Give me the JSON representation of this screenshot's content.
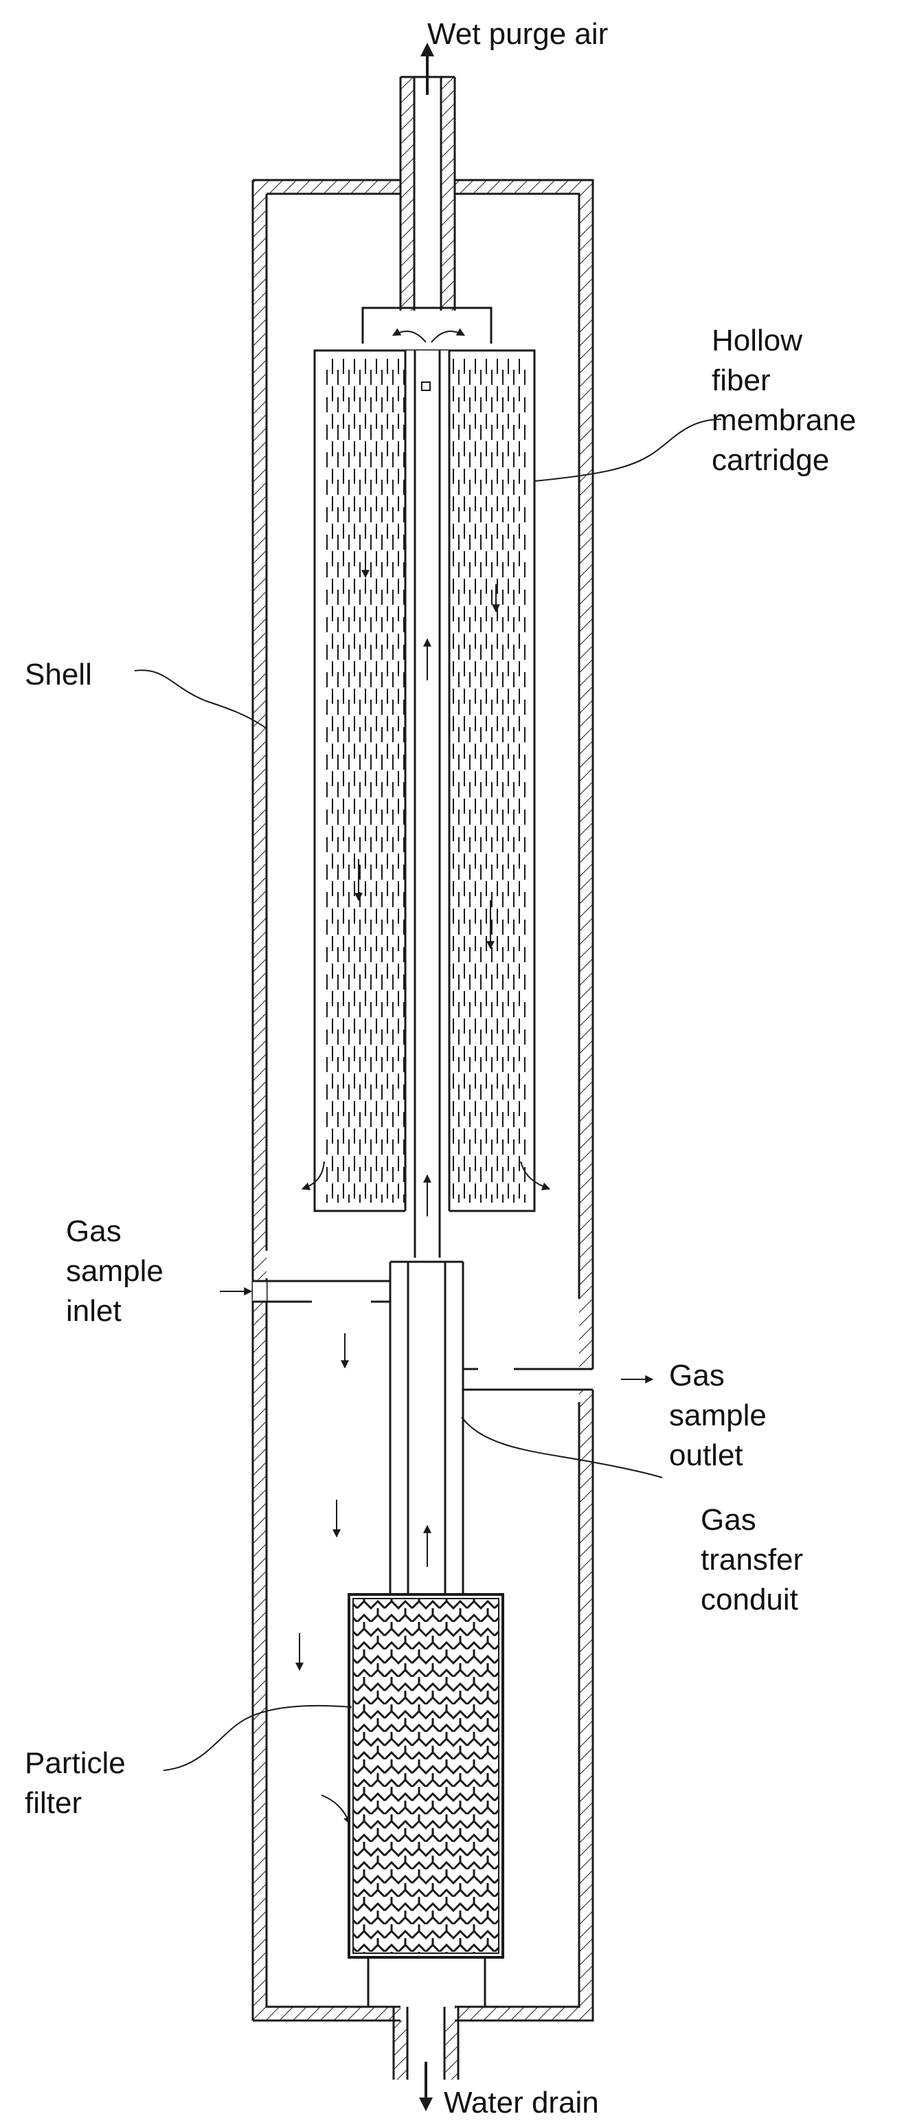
{
  "labels": {
    "wet_purge_air": "Wet purge air",
    "hollow_fiber": [
      "Hollow",
      "fiber",
      "membrane",
      "cartridge"
    ],
    "shell": "Shell",
    "gas_sample_inlet": [
      "Gas",
      "sample",
      "inlet"
    ],
    "gas_sample_outlet": [
      "Gas",
      "sample",
      "outlet"
    ],
    "gas_transfer_conduit": [
      "Gas",
      "transfer",
      "conduit"
    ],
    "particle_filter": [
      "Particle",
      "filter"
    ],
    "water_drain": "Water drain"
  },
  "colors": {
    "line": "#1a1a1a",
    "background": "#ffffff"
  }
}
